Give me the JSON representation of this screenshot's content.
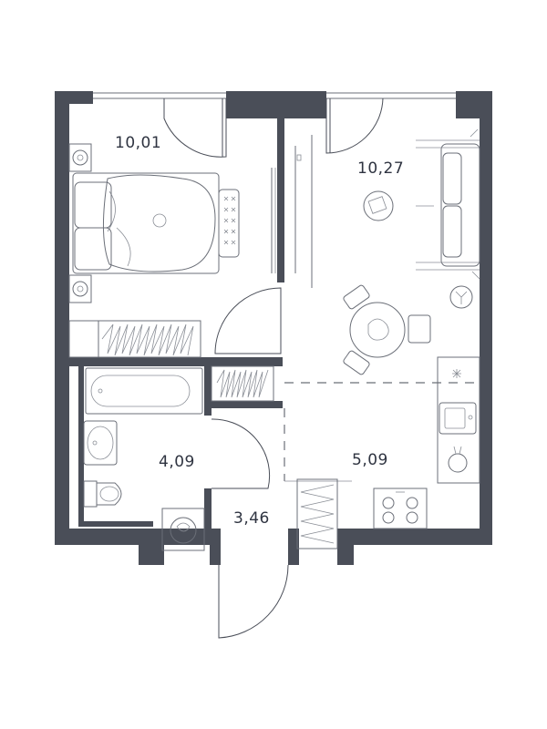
{
  "rooms": [
    {
      "id": "bedroom",
      "area": "10,01"
    },
    {
      "id": "living",
      "area": "10,27"
    },
    {
      "id": "bathroom",
      "area": "4,09"
    },
    {
      "id": "kitchen",
      "area": "5,09"
    },
    {
      "id": "hall",
      "area": "3,46"
    }
  ],
  "colors": {
    "wall": "#4a4e58",
    "text": "#2f3441",
    "fixture": "#6b6f78"
  }
}
